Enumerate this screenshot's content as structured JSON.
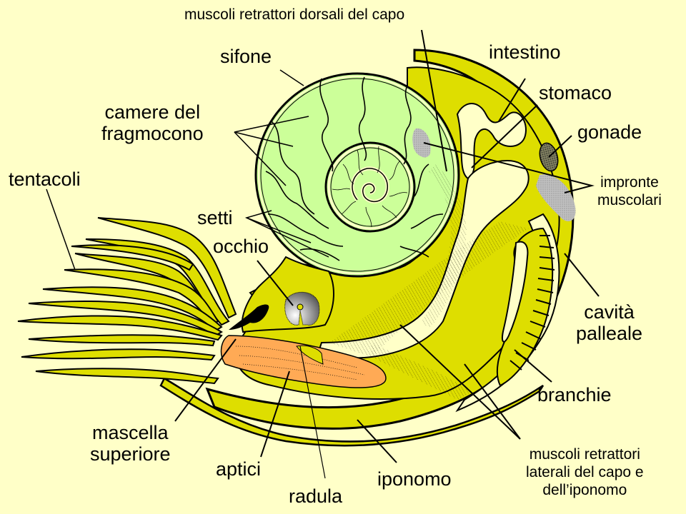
{
  "title": "Anatomia del Nautilus",
  "colors": {
    "background": "#ffffc8",
    "body_yellow": "#dede00",
    "chambers_green": "#ccff99",
    "pale_cream": "#ffffc8",
    "aptychi_orange": "#ffaa55",
    "muscle_grey": "#c0c0c0",
    "gonad_dark": "#707050",
    "outline": "#000000"
  },
  "labels": {
    "muscoli_dorsali": "muscoli retrattori dorsali del capo",
    "sifone": "sifone",
    "intestino": "intestino",
    "stomaco": "stomaco",
    "camere_line1": "camere del",
    "camere_line2": "fragmocono",
    "gonade": "gonade",
    "impronte_line1": "impronte",
    "impronte_line2": "muscolari",
    "tentacoli": "tentacoli",
    "setti": "setti",
    "occhio": "occhio",
    "cavita_line1": "cavità",
    "cavita_line2": "palleale",
    "branchie": "branchie",
    "mascella_line1": "mascella",
    "mascella_line2": "superiore",
    "aptici": "aptici",
    "radula": "radula",
    "iponomo": "iponomo",
    "muscoli_laterali_line1": "muscoli retrattori",
    "muscoli_laterali_line2": "laterali del capo e",
    "muscoli_laterali_line3": "dell’iponomo"
  }
}
